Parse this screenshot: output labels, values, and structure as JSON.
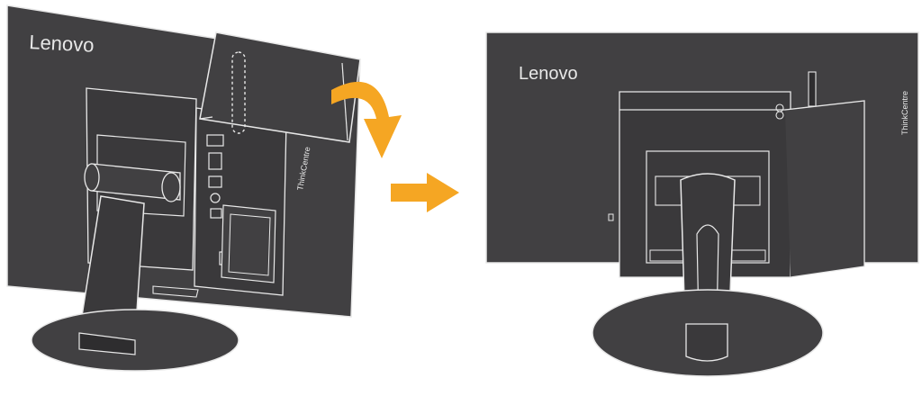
{
  "brand": {
    "logo_text": "Lenovo",
    "product_text": "ThinkCentre"
  },
  "steps": [
    {
      "name": "rear-view-installing",
      "arrow": "rotate-down-arrow-icon"
    },
    {
      "name": "rear-view-installed"
    }
  ],
  "colors": {
    "monitor_body": "#414042",
    "monitor_dark": "#2e2d2f",
    "outline": "#e8e8e8",
    "arrow": "#f5a623",
    "background": "#ffffff"
  }
}
